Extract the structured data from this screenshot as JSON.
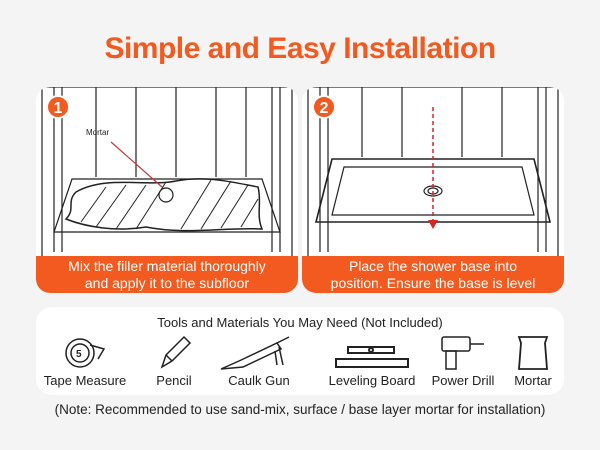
{
  "title": "Simple and Easy Installation",
  "steps": [
    {
      "number": "1",
      "label": "Mortar",
      "caption_line1": "Mix the filler material thoroughly",
      "caption_line2": "and apply it to the subfloor"
    },
    {
      "number": "2",
      "caption_line1": "Place the shower base into",
      "caption_line2": "position. Ensure the base is level"
    }
  ],
  "tools": {
    "heading": "Tools and Materials You May Need (Not Included)",
    "items": [
      {
        "label": "Tape Measure",
        "icon": "tape-measure-icon"
      },
      {
        "label": "Pencil",
        "icon": "pencil-icon"
      },
      {
        "label": "Caulk Gun",
        "icon": "caulk-gun-icon"
      },
      {
        "label": "Leveling Board",
        "icon": "leveling-board-icon"
      },
      {
        "label": "Power Drill",
        "icon": "power-drill-icon"
      },
      {
        "label": "Mortar",
        "icon": "mortar-bag-icon"
      }
    ]
  },
  "note": "(Note: Recommended to use sand-mix, surface / base layer mortar for installation)",
  "colors": {
    "accent": "#f25a1f",
    "background": "#f4f4f4"
  }
}
